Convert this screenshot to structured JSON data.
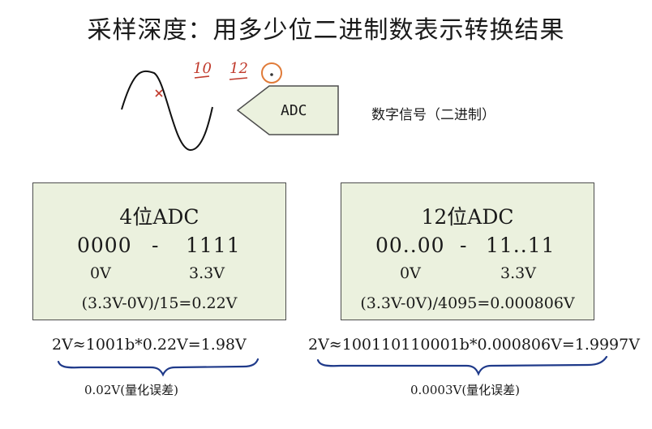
{
  "title": "采样深度：用多少位二进制数表示转换结果",
  "top": {
    "handwritten_10": "10",
    "handwritten_12": "12",
    "adc_label": "ADC",
    "digital_label": "数字信号（二进制）"
  },
  "box_4bit": {
    "title": "4位ADC",
    "range_low": "0000",
    "dash": "-",
    "range_high": "1111",
    "volt_low": "0V",
    "volt_high": "3.3V",
    "formula": "(3.3V-0V)/15=0.22V"
  },
  "box_12bit": {
    "title": "12位ADC",
    "range_low": "00..00",
    "dash": "-",
    "range_high": "11..11",
    "volt_low": "0V",
    "volt_high": "3.3V",
    "formula": "(3.3V-0V)/4095=0.000806V"
  },
  "example_4bit": {
    "equation": "2V≈1001b*0.22V=1.98V",
    "error": "0.02V(量化误差)"
  },
  "example_12bit": {
    "equation": "2V≈100110110001b*0.000806V=1.9997V",
    "error": "0.0003V(量化误差)"
  },
  "colors": {
    "box_fill": "#ebf1de",
    "ink_red": "#c0392b",
    "ink_orange": "#e07b39",
    "ink_blue": "#1f3a8a"
  }
}
